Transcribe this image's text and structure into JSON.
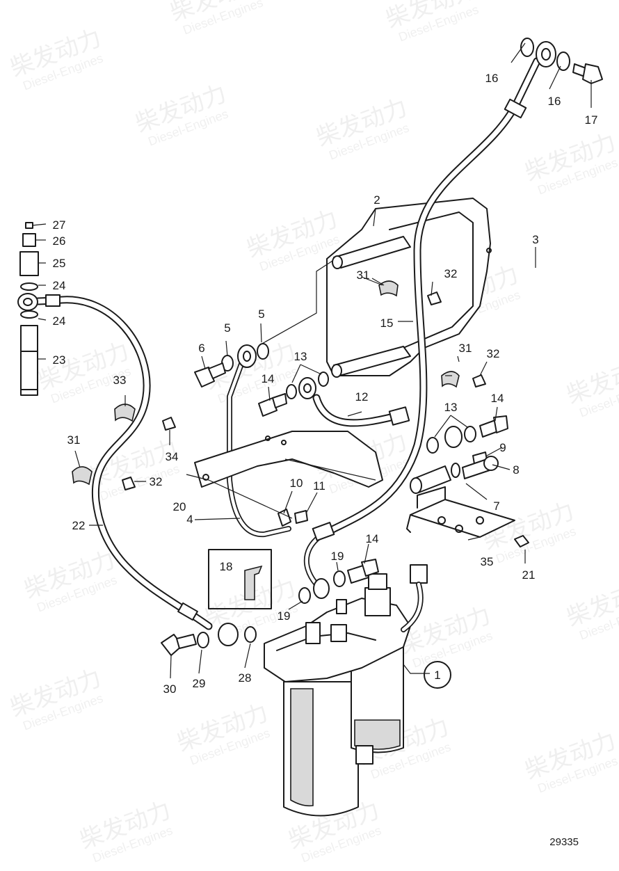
{
  "diagram": {
    "reference_number": "29335",
    "watermark": {
      "brand": "柴发动力",
      "tagline": "Diesel-Engines"
    },
    "callouts": [
      {
        "label": "1"
      },
      {
        "label": "2"
      },
      {
        "label": "3"
      },
      {
        "label": "4"
      },
      {
        "label": "5"
      },
      {
        "label": "5"
      },
      {
        "label": "6"
      },
      {
        "label": "7"
      },
      {
        "label": "8"
      },
      {
        "label": "9"
      },
      {
        "label": "10"
      },
      {
        "label": "11"
      },
      {
        "label": "12"
      },
      {
        "label": "13"
      },
      {
        "label": "13"
      },
      {
        "label": "14"
      },
      {
        "label": "14"
      },
      {
        "label": "14"
      },
      {
        "label": "15"
      },
      {
        "label": "16"
      },
      {
        "label": "16"
      },
      {
        "label": "17"
      },
      {
        "label": "18"
      },
      {
        "label": "19"
      },
      {
        "label": "19"
      },
      {
        "label": "20"
      },
      {
        "label": "21"
      },
      {
        "label": "22"
      },
      {
        "label": "23"
      },
      {
        "label": "24"
      },
      {
        "label": "24"
      },
      {
        "label": "25"
      },
      {
        "label": "26"
      },
      {
        "label": "27"
      },
      {
        "label": "28"
      },
      {
        "label": "29"
      },
      {
        "label": "30"
      },
      {
        "label": "31"
      },
      {
        "label": "31"
      },
      {
        "label": "31"
      },
      {
        "label": "32"
      },
      {
        "label": "32"
      },
      {
        "label": "32"
      },
      {
        "label": "33"
      },
      {
        "label": "34"
      },
      {
        "label": "35"
      }
    ]
  }
}
